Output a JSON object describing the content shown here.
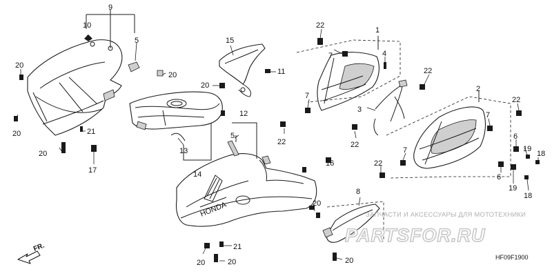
{
  "diagram": {
    "callouts": [
      {
        "id": "c9",
        "label": "9"
      },
      {
        "id": "c10",
        "label": "10"
      },
      {
        "id": "c5a",
        "label": "5"
      },
      {
        "id": "c20a",
        "label": "20"
      },
      {
        "id": "c20b",
        "label": "20"
      },
      {
        "id": "c21a",
        "label": "21"
      },
      {
        "id": "c20c",
        "label": "20"
      },
      {
        "id": "c17",
        "label": "17"
      },
      {
        "id": "c20d",
        "label": "20"
      },
      {
        "id": "c15",
        "label": "15"
      },
      {
        "id": "c11",
        "label": "11"
      },
      {
        "id": "c20e",
        "label": "20"
      },
      {
        "id": "c13",
        "label": "13"
      },
      {
        "id": "c14",
        "label": "14"
      },
      {
        "id": "c12",
        "label": "12"
      },
      {
        "id": "c5b",
        "label": "5"
      },
      {
        "id": "c16",
        "label": "16"
      },
      {
        "id": "c20f",
        "label": "20"
      },
      {
        "id": "c21b",
        "label": "21"
      },
      {
        "id": "c20g",
        "label": "20"
      },
      {
        "id": "c20h",
        "label": "20"
      },
      {
        "id": "c22a",
        "label": "22"
      },
      {
        "id": "c1",
        "label": "1"
      },
      {
        "id": "c7a",
        "label": "7"
      },
      {
        "id": "c4",
        "label": "4"
      },
      {
        "id": "c22b",
        "label": "22"
      },
      {
        "id": "c7b",
        "label": "7"
      },
      {
        "id": "c3",
        "label": "3"
      },
      {
        "id": "c22c",
        "label": "22"
      },
      {
        "id": "c22d",
        "label": "22"
      },
      {
        "id": "c2",
        "label": "2"
      },
      {
        "id": "c22e",
        "label": "22"
      },
      {
        "id": "c7c",
        "label": "7"
      },
      {
        "id": "c6a",
        "label": "6"
      },
      {
        "id": "c19a",
        "label": "19"
      },
      {
        "id": "c18a",
        "label": "18"
      },
      {
        "id": "c7d",
        "label": "7"
      },
      {
        "id": "c22f",
        "label": "22"
      },
      {
        "id": "c6b",
        "label": "6"
      },
      {
        "id": "c19b",
        "label": "19"
      },
      {
        "id": "c18b",
        "label": "18"
      },
      {
        "id": "c8",
        "label": "8"
      },
      {
        "id": "c20i",
        "label": "20"
      }
    ],
    "watermark_text": "ЗАПЧАСТИ И АКСЕССУАРЫ ДЛЯ МОТОТЕХНИКИ",
    "watermark_logo": "PARTSFOR.RU",
    "diagram_code": "HF09F1900",
    "direction_label": "FR."
  }
}
